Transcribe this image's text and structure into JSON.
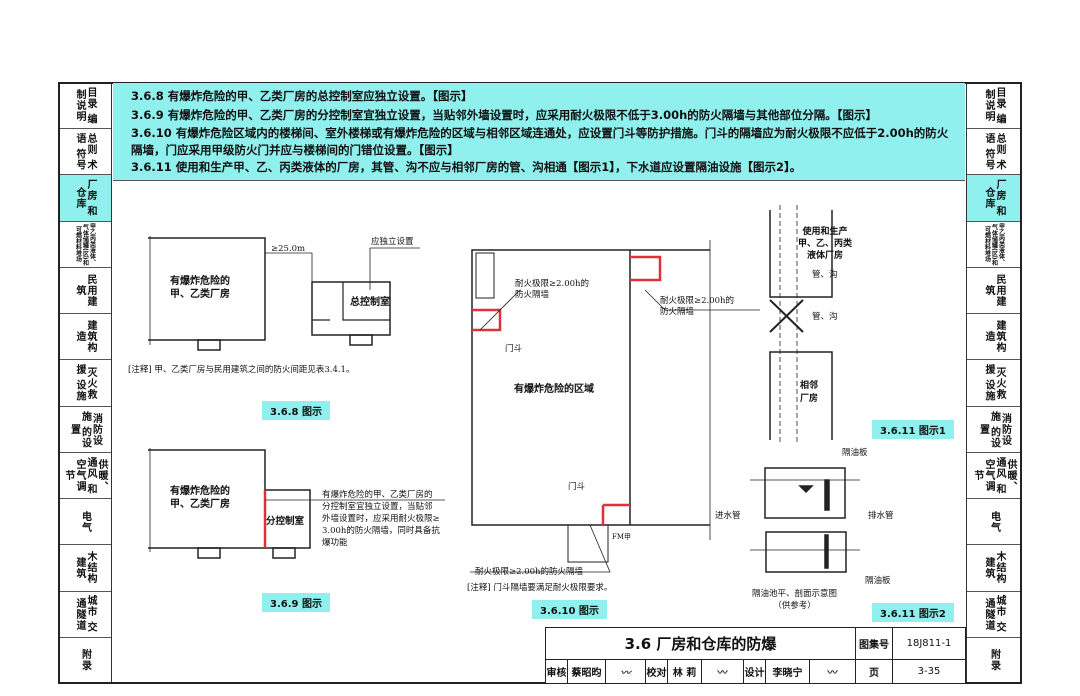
{
  "sidebar": {
    "tabs": [
      "目录 编制说明",
      "总则 术语 符号",
      "厂房 和仓库",
      "甲乙丙类液体、气体储罐(区)和可燃材料堆场",
      "民用建筑",
      "建筑构造",
      "灭火救援 设施",
      "消防设施 的设置",
      "供暖、通风 和空气调节",
      "电气",
      "木结构 建筑",
      "城市 交通隧道",
      "附录"
    ],
    "active_index": 2
  },
  "clauses": [
    "3.6.8 有爆炸危险的甲、乙类厂房的总控制室应独立设置。【图示】",
    "3.6.9 有爆炸危险的甲、乙类厂房的分控制室宜独立设置，当贴邻外墙设置时，应采用耐火极限不低于3.00h的防火隔墙与其他部位分隔。【图示】",
    "3.6.10  有爆炸危险区域内的楼梯间、室外楼梯或有爆炸危险的区域与相邻区域连通处，应设置门斗等防护措施。门斗的隔墙应为耐火极限不应低于2.00h的防火隔墙，门应采用甲级防火门并应与楼梯间的门错位设置。【图示】",
    "3.6.11 使用和生产甲、乙、丙类液体的厂房，其管、沟不应与相邻厂房的管、沟相通【图示1】，下水道应设置隔油设施【图示2】。"
  ],
  "fig368": {
    "building": "有爆炸危险的\n甲、乙类厂房",
    "distance": "≥25.0m",
    "callout": "应独立设置",
    "room": "总控制室",
    "note": "[注释] 甲、乙类厂房与民用建筑之间的防火间距见表3.4.1。",
    "caption": "3.6.8 图示"
  },
  "fig369": {
    "building": "有爆炸危险的\n甲、乙类厂房",
    "room": "分控制室",
    "callout": "有爆炸危险的甲、乙类厂房的\n分控制室宜独立设置，当贴邻\n外墙设置时，应采用耐火极限≥\n3.00h的防火隔墙，同时具备抗\n爆功能",
    "caption": "3.6.9 图示"
  },
  "fig3610": {
    "wall_top": "耐火极限≥2.00h的\n防火隔墙",
    "wall_right": "耐火极限≥2.00h的\n防火隔墙",
    "vestibule": "门斗",
    "zone": "有爆炸危险的区域",
    "vestibule2": "门斗",
    "door": "FM甲",
    "wall_bottom": "耐火极限≥2.00h的防火隔墙",
    "note": "[注释] 门斗隔墙要满足耐火极限要求。",
    "caption": "3.6.10 图示"
  },
  "fig3611": {
    "building": "使用和生产\n甲、乙、丙类\n液体厂房",
    "pipe1": "管、沟",
    "pipe2": "管、沟",
    "neighbor": "相邻\n厂房",
    "caption1": "3.6.11 图示1",
    "baffle1": "隔油板",
    "inlet": "进水管",
    "outlet": "排水管",
    "baffle2": "隔油板",
    "trap_title": "隔油池平、剖面示意图\n（供参考）",
    "caption2": "3.6.11 图示2"
  },
  "title_block": {
    "title": "3.6 厂房和仓库的防爆",
    "atlas_label": "图集号",
    "atlas_no": "18J811-1",
    "review_label": "审核",
    "reviewer": "蔡昭昀",
    "check_label": "校对",
    "checker": "林 莉",
    "design_label": "设计",
    "designer": "李晓宁",
    "page_label": "页",
    "page": "3-35"
  },
  "colors": {
    "accent": "#8ff0ee",
    "firewall": "#e0303a"
  }
}
